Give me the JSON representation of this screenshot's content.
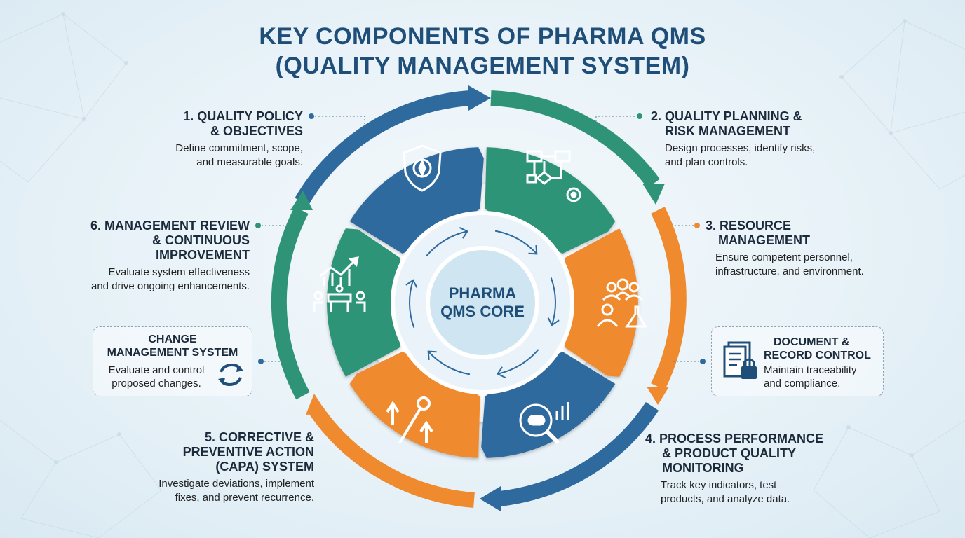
{
  "title": {
    "line1": "KEY COMPONENTS OF PHARMA QMS",
    "line2": "(QUALITY MANAGEMENT SYSTEM)"
  },
  "core_label": "PHARMA QMS CORE",
  "components": [
    {
      "id": "1",
      "title_line1": "1. QUALITY POLICY",
      "title_line2": "& OBJECTIVES",
      "desc_line1": "Define commitment, scope,",
      "desc_line2": "and measurable goals.",
      "icon": "shield-compass-icon"
    },
    {
      "id": "2",
      "title_line1": "2. QUALITY PLANNING &",
      "title_line2": "RISK MANAGEMENT",
      "desc_line1": "Design processes, identify risks,",
      "desc_line2": "and plan controls.",
      "icon": "flowchart-gear-icon"
    },
    {
      "id": "3",
      "title_line1": "3. RESOURCE",
      "title_line2": "MANAGEMENT",
      "desc_line1": "Ensure competent personnel,",
      "desc_line2": "infrastructure, and environment.",
      "icon": "people-flask-icon"
    },
    {
      "id": "4",
      "title_line1": "4. PROCESS PERFORMANCE",
      "title_line2": "& PRODUCT QUALITY",
      "title_line3": "MONITORING",
      "desc_line1": "Track key indicators, test",
      "desc_line2": "products, and analyze data.",
      "icon": "magnifier-pill-chart-icon"
    },
    {
      "id": "5",
      "title_line1": "5. CORRECTIVE &",
      "title_line2": "PREVENTIVE ACTION",
      "title_line3": "(CAPA) SYSTEM",
      "desc_line1": "Investigate deviations, implement",
      "desc_line2": "fixes, and prevent recurrence.",
      "icon": "wrench-arrows-icon"
    },
    {
      "id": "6",
      "title_line1": "6. MANAGEMENT REVIEW",
      "title_line2": "& CONTINUOUS",
      "title_line3": "IMPROVEMENT",
      "desc_line1": "Evaluate system effectiveness",
      "desc_line2": "and drive ongoing enhancements.",
      "icon": "meeting-growth-icon"
    }
  ],
  "side_boxes": {
    "change": {
      "title_line1": "CHANGE",
      "title_line2": "MANAGEMENT SYSTEM",
      "desc_line1": "Evaluate and control",
      "desc_line2": "proposed changes.",
      "icon": "sync-arrows-icon"
    },
    "document": {
      "title_line1": "DOCUMENT &",
      "title_line2": "RECORD CONTROL",
      "desc_line1": "Maintain traceability",
      "desc_line2": "and compliance.",
      "icon": "document-lock-icon"
    }
  },
  "colors": {
    "blue": "#2e6a9e",
    "green": "#2f9477",
    "orange": "#ef8a2e",
    "title": "#1f4e79",
    "core_fill": "#cfe6f2"
  }
}
